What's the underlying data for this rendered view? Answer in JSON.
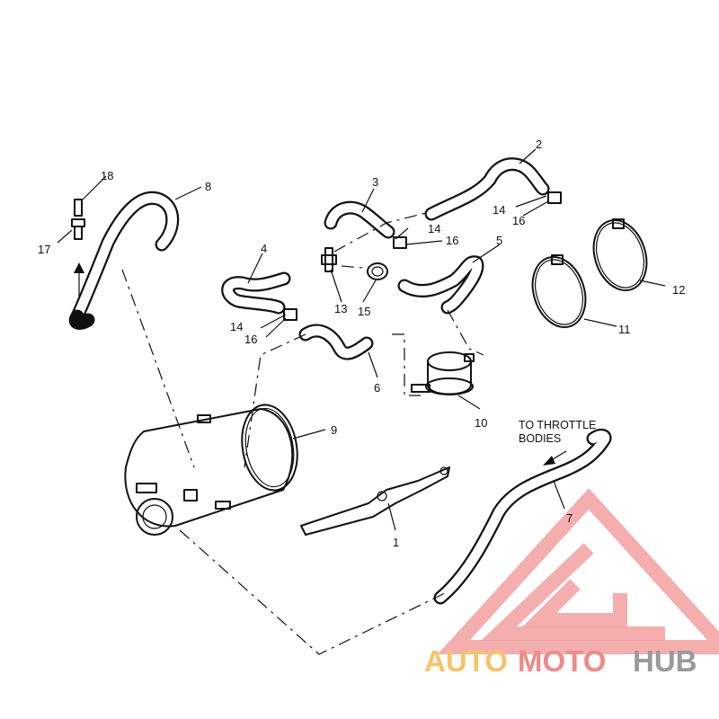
{
  "diagram": {
    "callouts": {
      "c1": "1",
      "c2": "2",
      "c3": "3",
      "c4": "4",
      "c5": "5",
      "c6": "6",
      "c7": "7",
      "c8": "8",
      "c9": "9",
      "c10": "10",
      "c11": "11",
      "c12": "12",
      "c13": "13",
      "c14a": "14",
      "c14b": "14",
      "c14c": "14",
      "c15": "15",
      "c16a": "16",
      "c16b": "16",
      "c16c": "16",
      "c17": "17",
      "c18": "18"
    },
    "note": {
      "line1": "TO THROTTLE",
      "line2": "BODIES"
    }
  },
  "watermark": {
    "part1": "AUTO",
    "part2": "MOTO",
    "part3": "HUB"
  },
  "colors": {
    "line": "#111111",
    "wm_red": "#ef8a8a",
    "wm_yellow": "#f6c36a",
    "wm_gray": "#9a9a9a"
  }
}
